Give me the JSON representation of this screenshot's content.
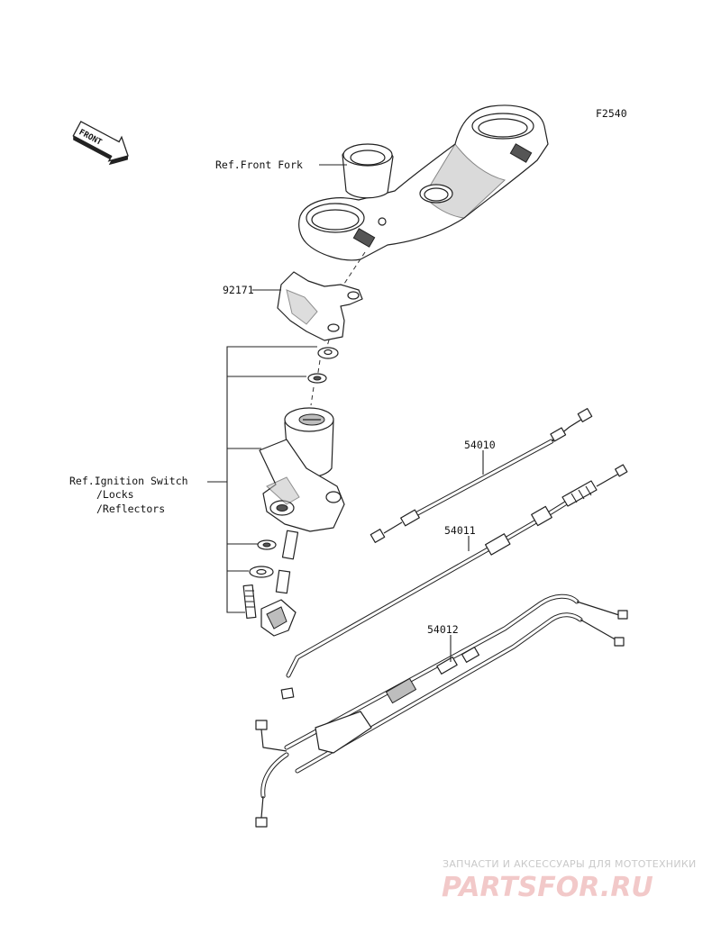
{
  "figure_code": "F2540",
  "front_arrow": {
    "label": "FRONT",
    "icon": "front-direction-arrow-icon"
  },
  "labels": {
    "front_fork": "Ref.Front Fork",
    "part_92171": "92171",
    "ignition_line1": "Ref.Ignition Switch",
    "ignition_line2": "/Locks",
    "ignition_line3": "/Reflectors",
    "part_54010": "54010",
    "part_54011": "54011",
    "part_54012": "54012"
  },
  "watermark": {
    "tagline": "ЗАПЧАСТИ И АКСЕССУАРЫ ДЛЯ МОТОТЕХНИКИ",
    "brand": "PARTSFOR.RU"
  },
  "colors": {
    "line": "#222222",
    "watermark": "#e38b8b"
  }
}
